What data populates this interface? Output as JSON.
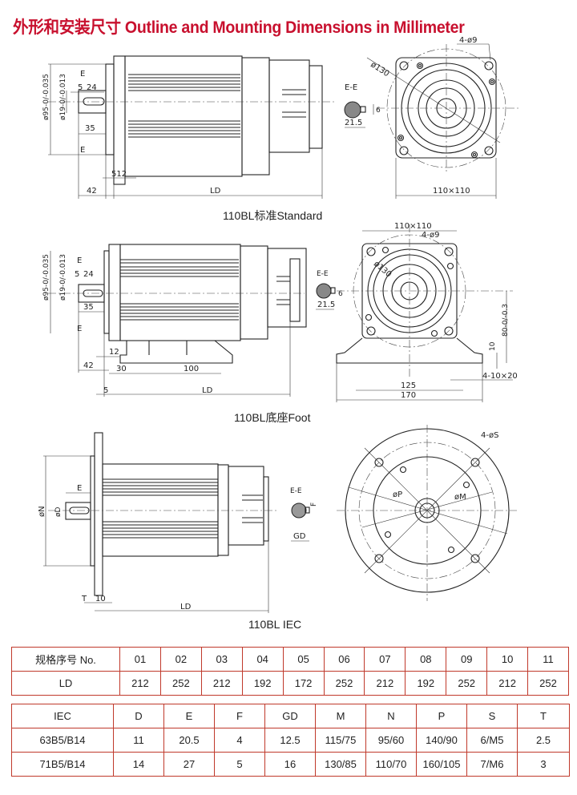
{
  "title": "外形和安装尺寸 Outline and Mounting Dimensions in Millimeter",
  "accent_color": "#c8102e",
  "table_border_color": "#c0392b",
  "views": {
    "standard": {
      "caption": "110BL标准Standard",
      "side": {
        "section_mark": "E",
        "dia_flange": "ø95-0/-0.035",
        "dia_shaft": "ø19-0/-0.013",
        "key": "5",
        "key_len": "24",
        "shaft_len": "35",
        "shaft_ext": "42",
        "dim_5": "5",
        "dim_12": "12",
        "length": "LD"
      },
      "front": {
        "holes": "4-ø9",
        "pcd": "ø130",
        "square": "110×110",
        "section": "E-E",
        "key_width": "6",
        "key_height": "21.5"
      }
    },
    "foot": {
      "caption": "110BL底座Foot",
      "side": {
        "section_mark": "E",
        "dia_flange": "ø95-0/-0.035",
        "dia_shaft": "ø19-0/-0.013",
        "key": "5",
        "key_len": "24",
        "shaft_len": "35",
        "shaft_ext": "42",
        "dim_12": "12",
        "dim_30": "30",
        "dim_100": "100",
        "dim_5": "5",
        "length": "LD"
      },
      "front": {
        "holes": "4-ø9",
        "pcd": "ø130",
        "square": "110×110",
        "section": "E-E",
        "key_width": "6",
        "key_height": "21.5",
        "center_height": "80-0/-0.3",
        "foot_thk": "10",
        "foot_slots": "4-10×20",
        "foot_pitch": "125",
        "foot_width": "170"
      }
    },
    "iec": {
      "caption": "110BL IEC",
      "side": {
        "dia_n": "øN",
        "dia_d": "øD",
        "e": "E",
        "t": "T",
        "dim_10": "10",
        "length": "LD"
      },
      "front": {
        "holes": "4-øS",
        "p": "øP",
        "m": "øM",
        "section": "E-E",
        "f": "F",
        "gd": "GD"
      }
    }
  },
  "ld_table": {
    "header_label": "规格序号 No.",
    "row_label": "LD",
    "numbers": [
      "01",
      "02",
      "03",
      "04",
      "05",
      "06",
      "07",
      "08",
      "09",
      "10",
      "11"
    ],
    "ld_values": [
      "212",
      "252",
      "212",
      "192",
      "172",
      "252",
      "212",
      "192",
      "252",
      "212",
      "252"
    ]
  },
  "iec_table": {
    "headers": [
      "IEC",
      "D",
      "E",
      "F",
      "GD",
      "M",
      "N",
      "P",
      "S",
      "T"
    ],
    "rows": [
      [
        "63B5/B14",
        "11",
        "20.5",
        "4",
        "12.5",
        "115/75",
        "95/60",
        "140/90",
        "6/M5",
        "2.5"
      ],
      [
        "71B5/B14",
        "14",
        "27",
        "5",
        "16",
        "130/85",
        "110/70",
        "160/105",
        "7/M6",
        "3"
      ]
    ]
  }
}
